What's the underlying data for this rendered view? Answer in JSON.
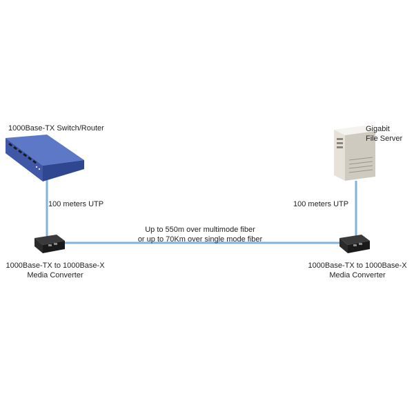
{
  "colors": {
    "link": "#7fb2dd",
    "switch_body": "#3f58a8",
    "converter_body": "#1f1f1f",
    "server_body": "#e6e2da"
  },
  "nodes": {
    "switch": {
      "label": "1000Base-TX Switch/Router",
      "icon": "switch-router-icon"
    },
    "server": {
      "label_line1": "Gigabit",
      "label_line2": "File Server",
      "icon": "file-server-icon"
    },
    "converter_left": {
      "label_line1": "1000Base-TX to 1000Base-X",
      "label_line2": "Media Converter",
      "icon": "media-converter-icon"
    },
    "converter_right": {
      "label_line1": "1000Base-TX to 1000Base-X",
      "label_line2": "Media Converter",
      "icon": "media-converter-icon"
    }
  },
  "links": {
    "left_utp": "100 meters UTP",
    "right_utp": "100 meters UTP",
    "fiber_line1": "Up to 550m over multimode fiber",
    "fiber_line2": "or up to 70Km over single mode fiber"
  }
}
